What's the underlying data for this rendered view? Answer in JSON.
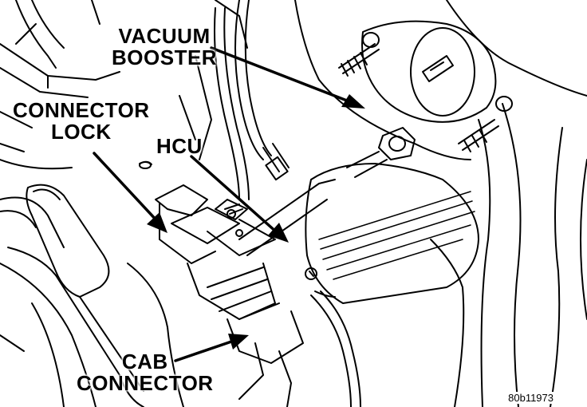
{
  "labels": {
    "vacuum_booster": [
      "VACUUM",
      "BOOSTER"
    ],
    "connector_lock": [
      "CONNECTOR",
      "LOCK"
    ],
    "hcu": "HCU",
    "cab_connector": [
      "CAB",
      "CONNECTOR"
    ]
  },
  "figure_id": "80b11973",
  "colors": {
    "ink": "#000000",
    "paper": "#ffffff"
  }
}
